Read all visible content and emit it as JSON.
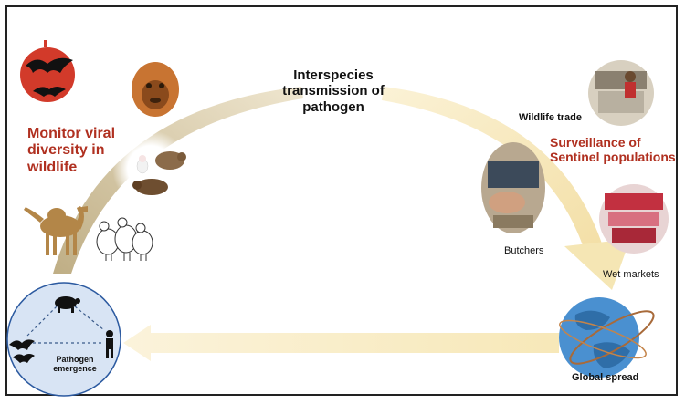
{
  "title": "Interspecies transmission of pathogen",
  "monitor_label": "Monitor viral diversity in wildlife",
  "surveillance_label": "Surveillance of Sentinel populations",
  "nodes": {
    "wildlife_trade": "Wildlife trade",
    "butchers": "Butchers",
    "wet_markets": "Wet markets",
    "global_spread": "Global spread",
    "pathogen_emergence": "Pathogen emergence"
  },
  "icons": [
    "bat-icon",
    "orangutan-icon",
    "rodents-icon",
    "camel-icon",
    "poultry-icon",
    "wildlife-trade-photo",
    "butcher-photo",
    "wet-market-photo",
    "globe-icon",
    "pig-icon",
    "person-icon"
  ],
  "colors": {
    "accent_red": "#b03020",
    "arrow_left": "#c8b890",
    "arrow_right": "#f4e4b0",
    "globe": "#4a90d0",
    "emergence_circle": "#d8e4f4"
  }
}
